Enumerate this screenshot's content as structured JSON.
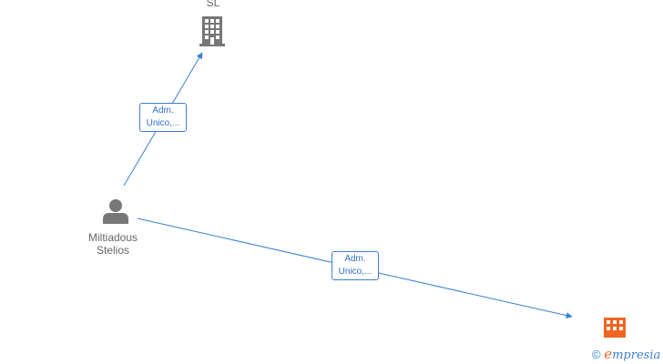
{
  "nodes": {
    "company_top": {
      "label": "SL",
      "color": "#777777"
    },
    "person": {
      "label_line1": "Miltiadous",
      "label_line2": "Stelios",
      "color": "#777777"
    },
    "company_bottom": {
      "label": "",
      "color": "#f26522"
    }
  },
  "edges": [
    {
      "from": "person",
      "to": "company_top",
      "label_line1": "Adm.",
      "label_line2": "Unico,..."
    },
    {
      "from": "person",
      "to": "company_bottom",
      "label_line1": "Adm.",
      "label_line2": "Unico,..."
    }
  ],
  "colors": {
    "edge": "#3a7fcf",
    "edge_label_text": "#2f6fbf"
  },
  "watermark": {
    "copyright": "©",
    "brand_initial": "e",
    "brand_rest": "mpresia"
  }
}
